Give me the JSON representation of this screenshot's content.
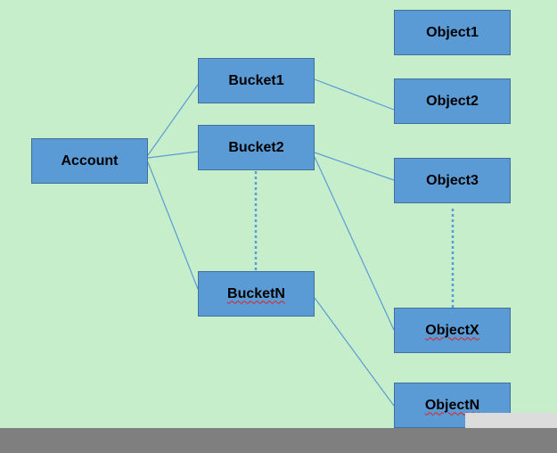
{
  "diagram": {
    "background_color": "#c6eecb",
    "node_color": "#5b9bd5",
    "line_color": "#5b9bd5",
    "nodes": {
      "account": "Account",
      "bucket1": "Bucket1",
      "bucket2": "Bucket2",
      "bucketN": "BucketN",
      "object1": "Object1",
      "object2": "Object2",
      "object3": "Object3",
      "objectX": "ObjectX",
      "objectN": "ObjectN"
    }
  }
}
